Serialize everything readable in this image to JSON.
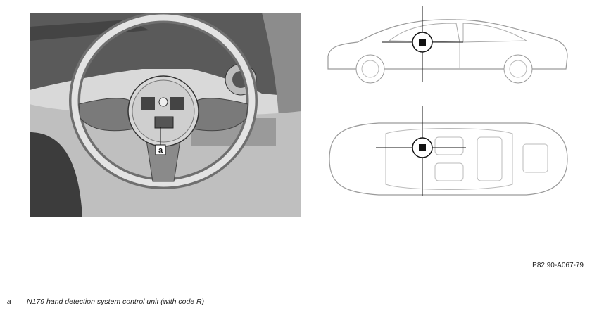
{
  "figure": {
    "callout_letter": "a",
    "reference_code": "P82.90-A067-79"
  },
  "legend": [
    {
      "key": "a",
      "text": "N179 hand detection system control unit (with code R)"
    }
  ]
}
